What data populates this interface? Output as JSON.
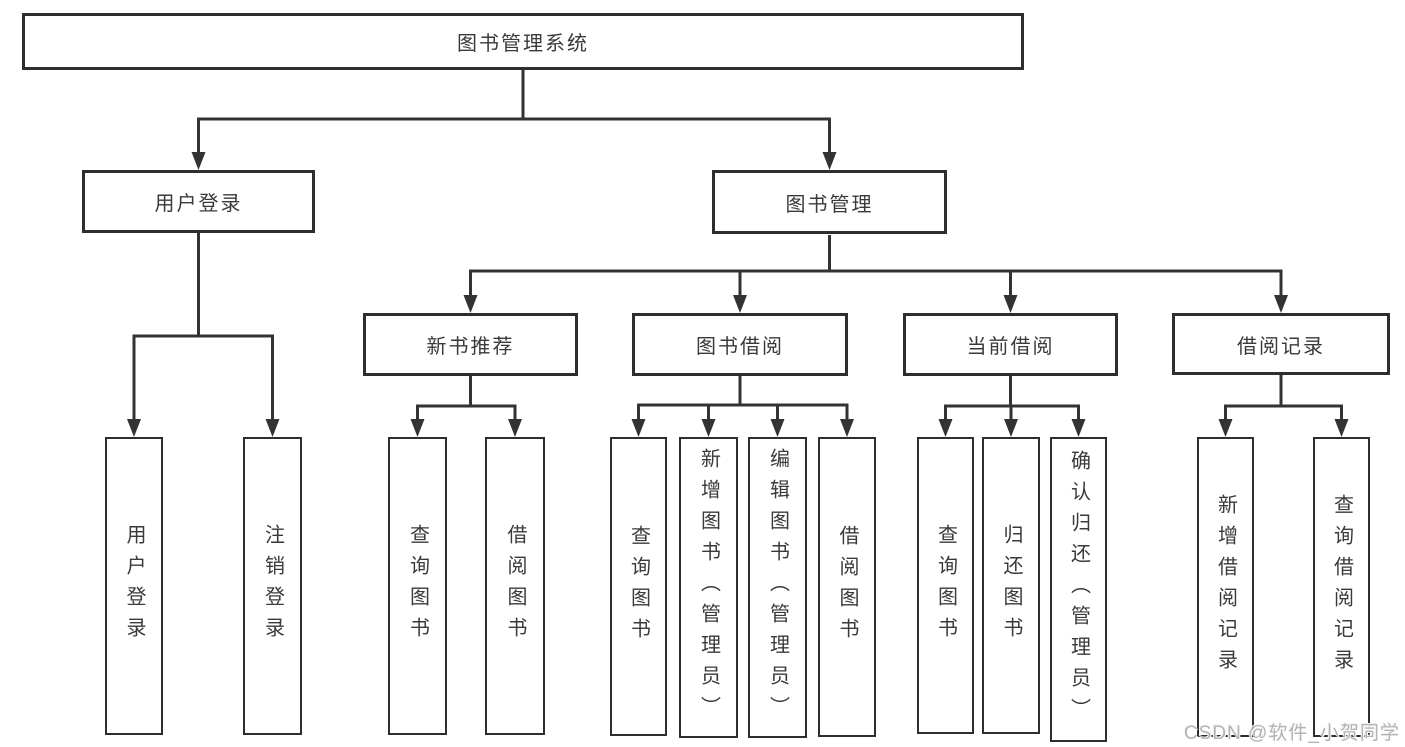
{
  "diagram": {
    "title_node": {
      "label": "图书管理系统"
    },
    "level2": [
      {
        "label": "用户登录"
      },
      {
        "label": "图书管理"
      }
    ],
    "level3": [
      {
        "label": "新书推荐"
      },
      {
        "label": "图书借阅"
      },
      {
        "label": "当前借阅"
      },
      {
        "label": "借阅记录"
      }
    ],
    "leaves": [
      {
        "label": "用户登录",
        "parent": "用户登录"
      },
      {
        "label": "注销登录",
        "parent": "用户登录"
      },
      {
        "label": "查询图书",
        "parent": "新书推荐"
      },
      {
        "label": "借阅图书",
        "parent": "新书推荐"
      },
      {
        "label": "查询图书",
        "parent": "图书借阅"
      },
      {
        "label": "新增图书（管理员）",
        "parent": "图书借阅"
      },
      {
        "label": "编辑图书（管理员）",
        "parent": "图书借阅"
      },
      {
        "label": "借阅图书",
        "parent": "图书借阅"
      },
      {
        "label": "查询图书",
        "parent": "当前借阅"
      },
      {
        "label": "归还图书",
        "parent": "当前借阅"
      },
      {
        "label": "确认归还（管理员）",
        "parent": "当前借阅"
      },
      {
        "label": "新增借阅记录",
        "parent": "借阅记录"
      },
      {
        "label": "查询借阅记录",
        "parent": "借阅记录"
      }
    ],
    "colors": {
      "line": "#333333",
      "border": "#2e2e2e",
      "text": "#3a3a3a",
      "background": "#ffffff"
    }
  },
  "watermark": {
    "text": "CSDN @软件_小贺同学",
    "color": "#b3b3b3"
  }
}
